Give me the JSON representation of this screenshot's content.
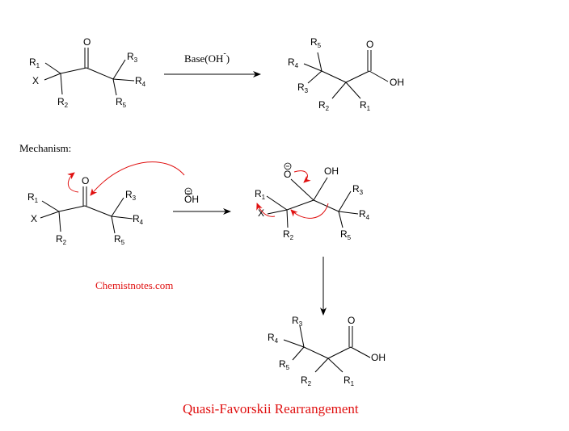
{
  "reagent": {
    "base": "Base(OH",
    "charge": "-",
    "close": ")"
  },
  "mechanism_label": "Mechanism:",
  "hydroxide": {
    "oh": "OH",
    "charge_symbol": "⊖"
  },
  "watermark": "Chemistnotes.com",
  "title": "Quasi-Favorskii Rearrangement",
  "atoms": {
    "O": "O",
    "OH": "OH",
    "X": "X",
    "R": "R",
    "subs": {
      "1": "1",
      "2": "2",
      "3": "3",
      "4": "4",
      "5": "5"
    }
  },
  "colors": {
    "accent": "#e01010",
    "ink": "#000000"
  }
}
